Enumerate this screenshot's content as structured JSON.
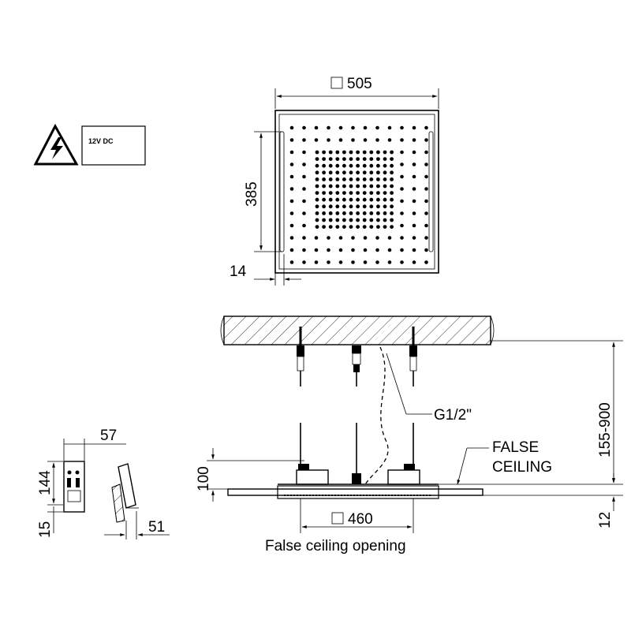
{
  "labels": {
    "width_505": "505",
    "height_385": "385",
    "edge_14": "14",
    "voltage": "12V DC",
    "thread": "G1/2\"",
    "false_ceiling_line1": "FALSE",
    "false_ceiling_line2": "CEILING",
    "drop_range": "155-900",
    "body_100": "100",
    "plate_12": "12",
    "opening_460": "460",
    "opening_caption": "False ceiling opening",
    "box_57": "57",
    "box_144": "144",
    "box_15": "15",
    "box_51": "51"
  },
  "icons": {
    "warning": "high-voltage-warning-icon"
  },
  "colors": {
    "line": "#000000",
    "background": "#ffffff",
    "nozzle": "#000000"
  }
}
